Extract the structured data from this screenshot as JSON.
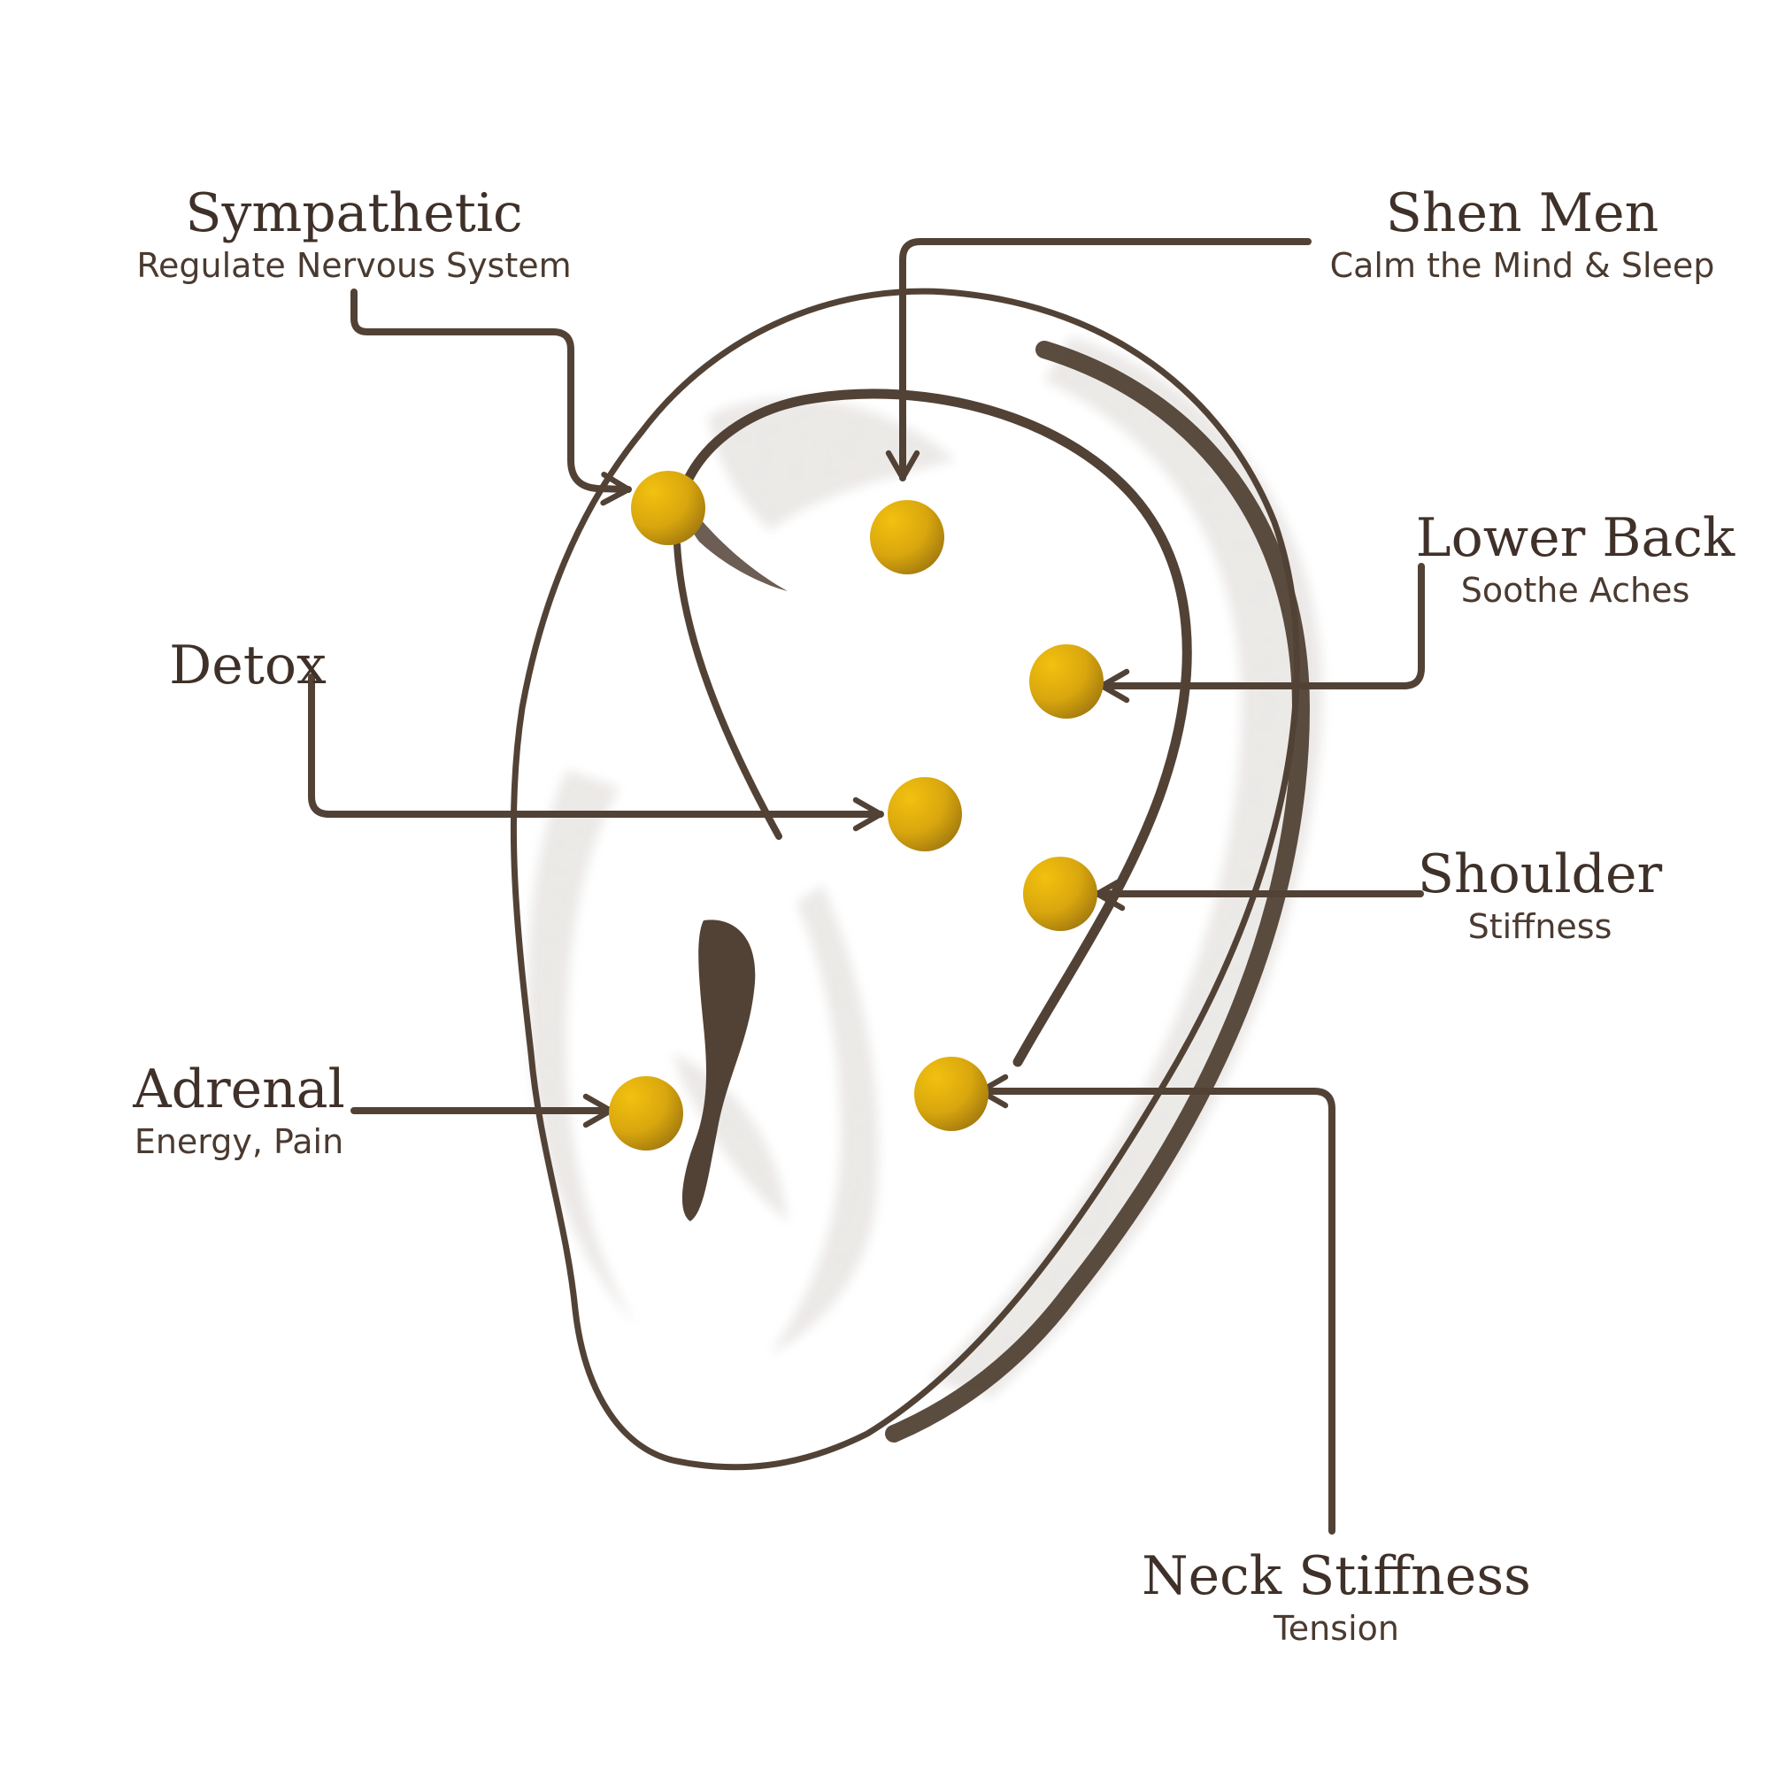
{
  "colors": {
    "outline": "#524236",
    "shading": "#8a7c72",
    "point_light": "#f2c10f",
    "point_dark": "#9c740f",
    "background": "#ffffff"
  },
  "points": [
    {
      "key": "sympathetic",
      "name": "Sympathetic",
      "description": "Regulate Nervous System"
    },
    {
      "key": "shen-men",
      "name": "Shen Men",
      "description": "Calm the Mind & Sleep"
    },
    {
      "key": "lower-back",
      "name": "Lower Back",
      "description": "Soothe Aches"
    },
    {
      "key": "detox",
      "name": "Detox",
      "description": ""
    },
    {
      "key": "shoulder",
      "name": "Shoulder",
      "description": "Stiffness"
    },
    {
      "key": "adrenal",
      "name": "Adrenal",
      "description": "Energy, Pain"
    },
    {
      "key": "neck-stiffness",
      "name": "Neck Stiffness",
      "description": "Tension"
    }
  ]
}
